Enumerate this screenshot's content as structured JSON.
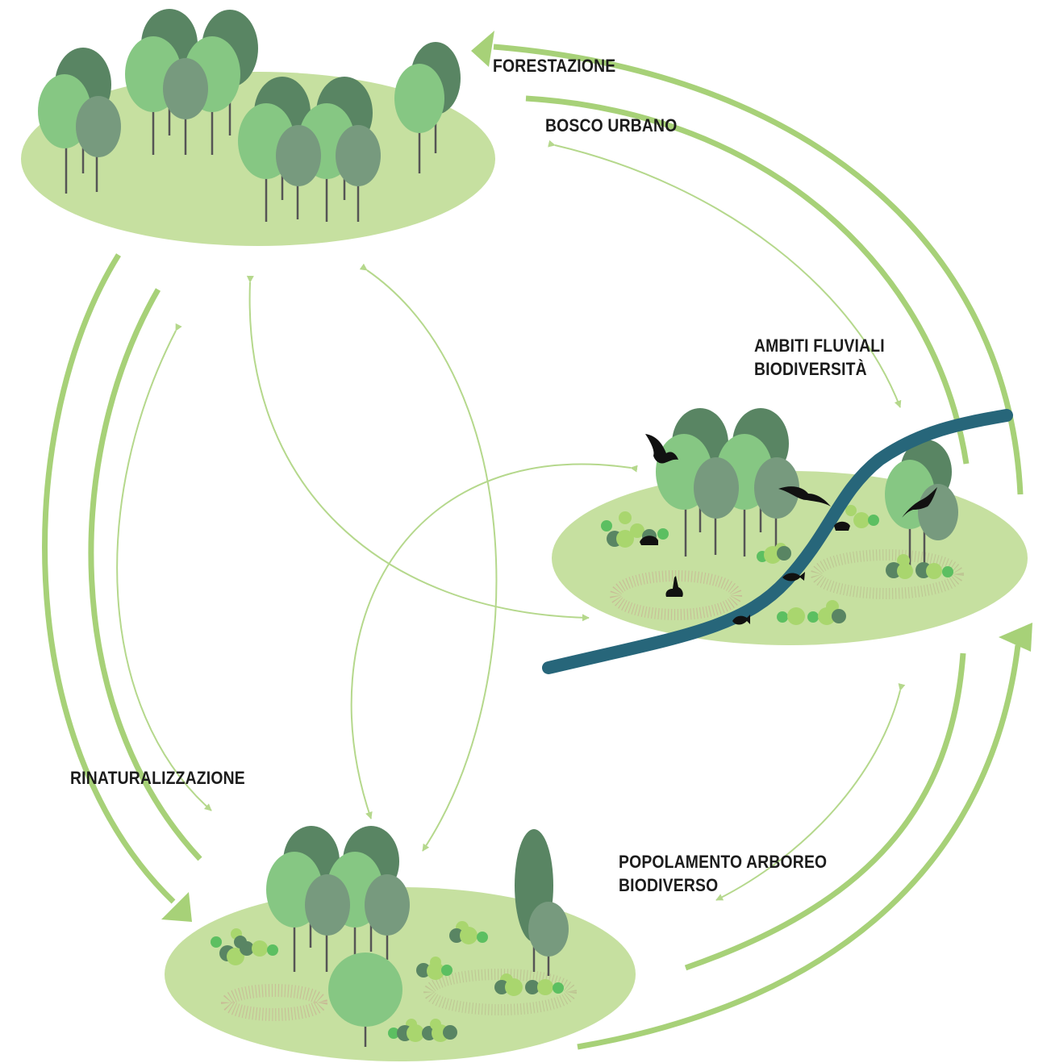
{
  "labels": {
    "forestazione": "FORESTAZIONE",
    "bosco_urbano": "BOSCO URBANO",
    "ambiti_line1": "AMBITI FLUVIALI",
    "ambiti_line2": "BIODIVERSITÀ",
    "rinaturalizzazione": "RINATURALIZZAZIONE",
    "popolamento_line1": "POPOLAMENTO ARBOREO",
    "popolamento_line2": "BIODIVERSO"
  },
  "colors": {
    "ground": "#c6e0a0",
    "arrow": "#a7d178",
    "arrow_thin": "#b5d88c",
    "tree_dark": "#598563",
    "tree_mid": "#779a7e",
    "tree_light": "#86c783",
    "river": "#27667a",
    "shrub_light": "#a9d66e",
    "shrub_bright": "#5cbf61",
    "animal": "#111111"
  }
}
